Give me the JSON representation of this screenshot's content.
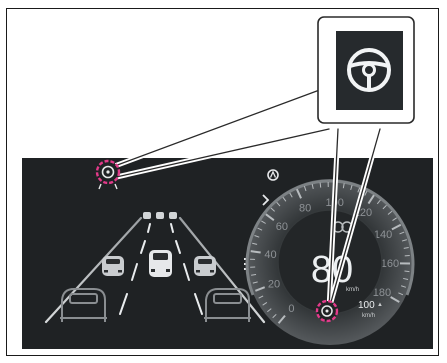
{
  "colors": {
    "display_bg": "#1f2224",
    "callout_highlight": "#e23a8a",
    "steering_icon_bg": "#262a2d"
  },
  "icons": [
    "steering-wheel-icon",
    "lane-keep-steering-icon",
    "cruise-steering-icon",
    "adaptive-cruise-icon",
    "chevron-right-icon"
  ],
  "speedometer": {
    "tick_labels": [
      "0",
      "20",
      "40",
      "60",
      "80",
      "100",
      "120",
      "140",
      "160",
      "180"
    ],
    "current_speed": "80",
    "current_unit": "km/h",
    "set_speed": "100",
    "set_unit": "km/h",
    "set_indicator": "▲",
    "max": 180
  }
}
